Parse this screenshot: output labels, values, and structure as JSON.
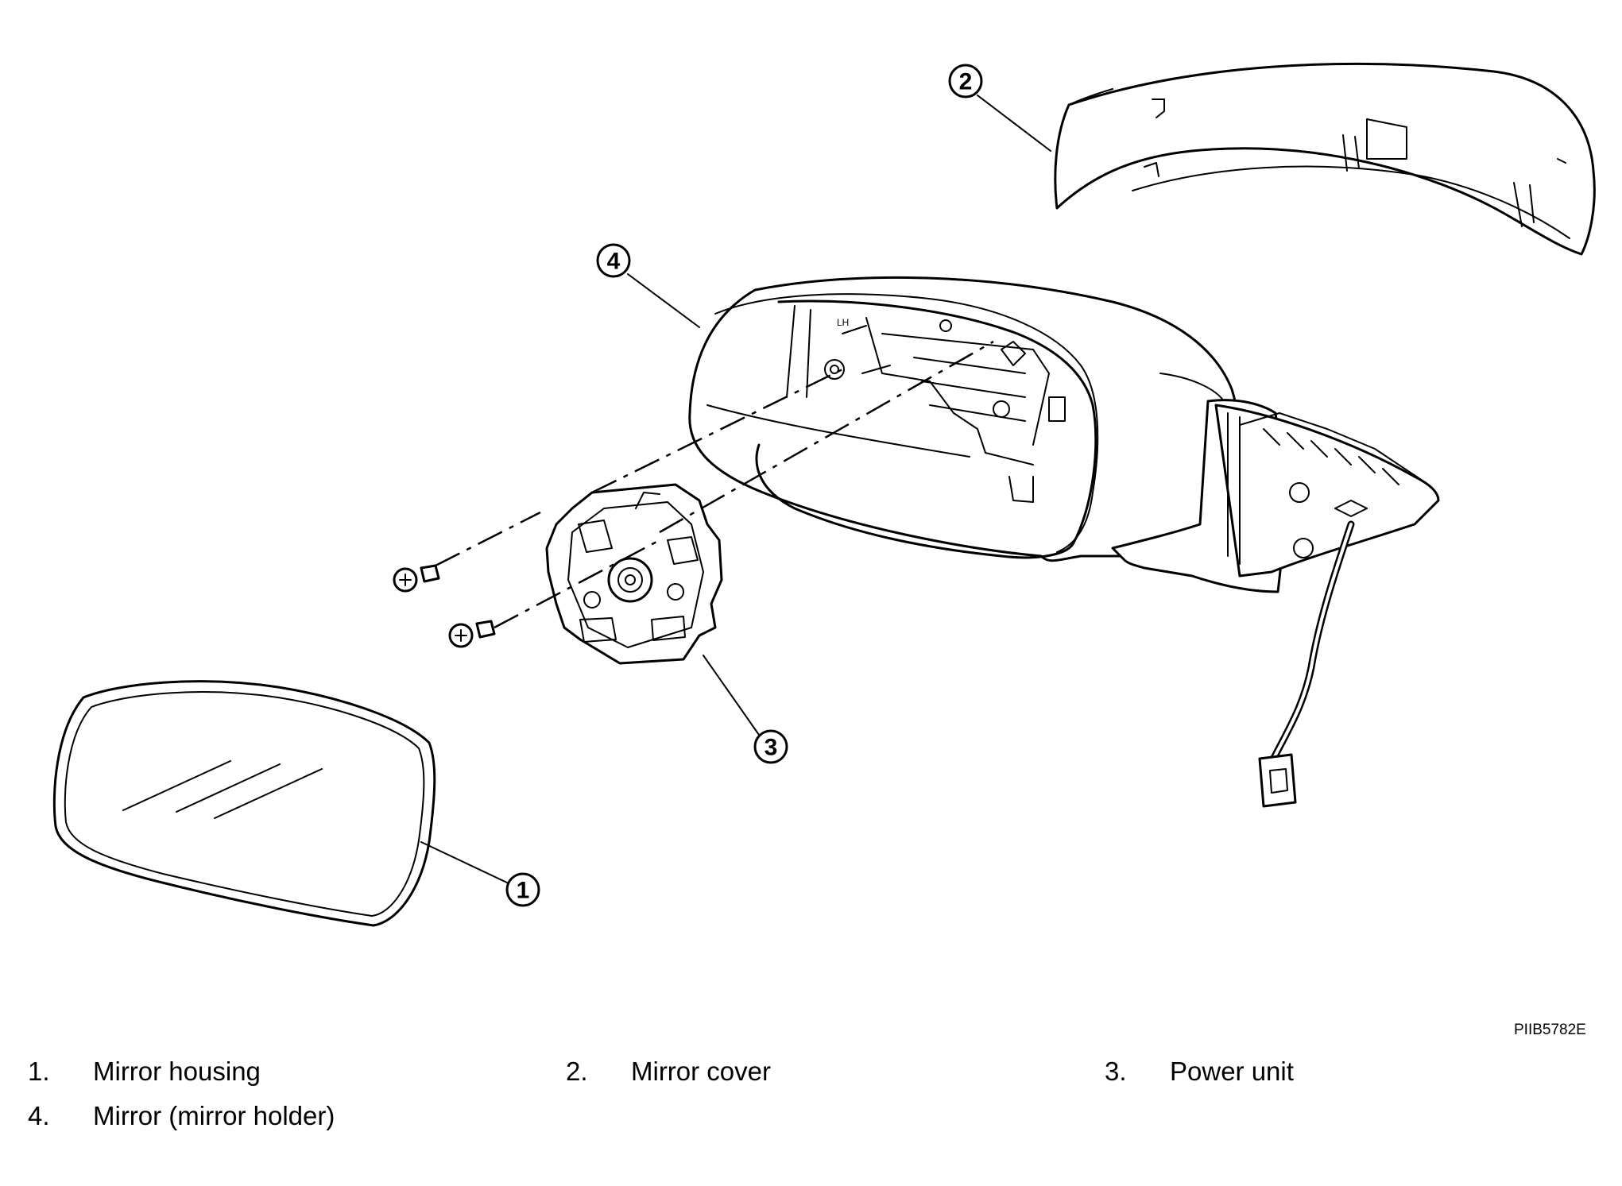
{
  "figure_code": "PIIB5782E",
  "callouts": [
    {
      "num": "1"
    },
    {
      "num": "2"
    },
    {
      "num": "3"
    },
    {
      "num": "4"
    }
  ],
  "legend": [
    {
      "num": "1.",
      "label": "Mirror housing"
    },
    {
      "num": "2.",
      "label": "Mirror cover"
    },
    {
      "num": "3.",
      "label": "Power unit"
    },
    {
      "num": "4.",
      "label": "Mirror (mirror holder)"
    }
  ],
  "part_labels": {
    "lh_mark": "LH"
  }
}
